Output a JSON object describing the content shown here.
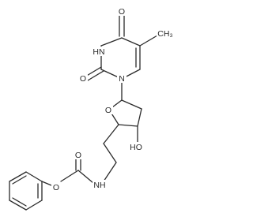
{
  "molecule": {
    "atoms": {
      "o_c4": "O",
      "methyl": "CH₃",
      "n3h": "HN",
      "o_c2": "O",
      "n1": "N",
      "o_ring": "O",
      "oh": "HO",
      "nh": "NH",
      "o_carbonyl": "O",
      "o_ester": "O"
    }
  }
}
